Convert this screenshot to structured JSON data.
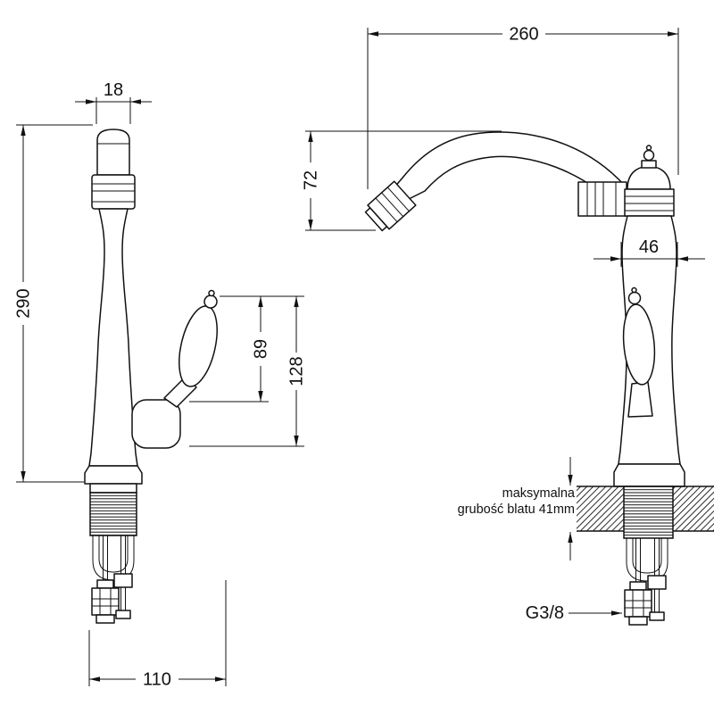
{
  "front_view": {
    "spout_width": "18",
    "total_height": "290",
    "handle_height": "89",
    "handle_total_height": "128",
    "base_depth": "110"
  },
  "side_view": {
    "spout_reach": "260",
    "spout_drop": "72",
    "body_diameter": "46",
    "counter_note_line1": "maksymalna",
    "counter_note_line2": "grubość blatu 41mm",
    "thread_size": "G3/8"
  },
  "colors": {
    "line": "#111111",
    "background": "#ffffff"
  }
}
